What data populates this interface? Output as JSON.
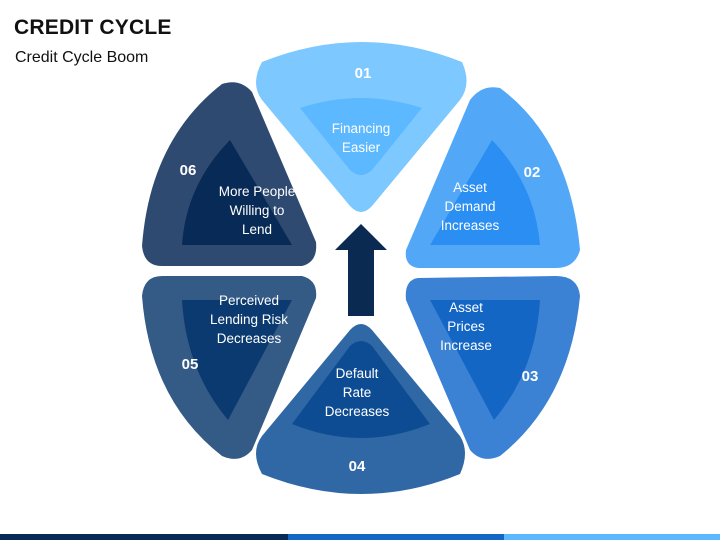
{
  "title": "CREDIT CYCLE",
  "subtitle": "Credit Cycle Boom",
  "segments": [
    {
      "num": "01",
      "lines": [
        "Financing",
        "Easier"
      ],
      "color": "#5cb8ff",
      "outer": "#7dc8ff"
    },
    {
      "num": "02",
      "lines": [
        "Asset",
        "Demand",
        "Increases"
      ],
      "color": "#2b8ef2",
      "outer": "#52a8f7"
    },
    {
      "num": "03",
      "lines": [
        "Asset",
        "Prices",
        "Increase"
      ],
      "color": "#1466c4",
      "outer": "#3b82d4"
    },
    {
      "num": "04",
      "lines": [
        "Default",
        "Rate",
        "Decreases"
      ],
      "color": "#0d4c92",
      "outer": "#3068a6"
    },
    {
      "num": "05",
      "lines": [
        "Perceived",
        "Lending Risk",
        "Decreases"
      ],
      "color": "#0b3a70",
      "outer": "#345a86"
    },
    {
      "num": "06",
      "lines": [
        "More People",
        "Willing to",
        "Lend"
      ],
      "color": "#082a57",
      "outer": "#2f4a70"
    }
  ],
  "arrow_color": "#0a2a52",
  "footer_colors": [
    "#082a57",
    "#1466c4",
    "#5cb8ff"
  ]
}
